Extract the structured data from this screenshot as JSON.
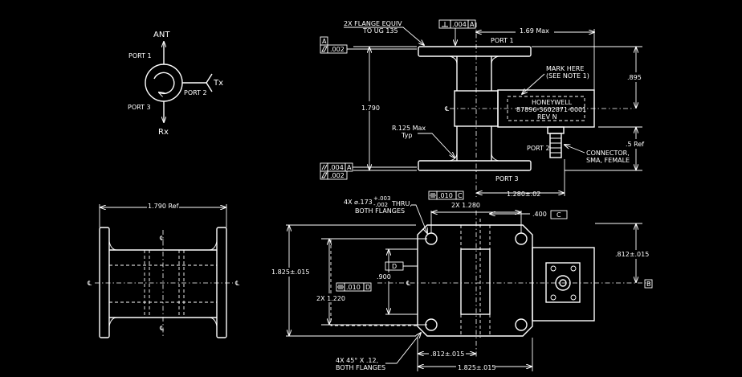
{
  "symbol": {
    "ant": "ANT",
    "port1": "PORT 1",
    "port2": "PORT 2",
    "port3": "PORT 3",
    "tx": "Tx",
    "rx": "Rx"
  },
  "top_view": {
    "flange_equiv": "2X FLANGE EQUIV",
    "flange_std": "TO UG 135",
    "perp_tol": ".004",
    "perp_datum": "A",
    "max_dim": "1.69 Max",
    "port1": "PORT 1",
    "datum_a": "A",
    "flat_tol": ".002",
    "mark_here": "MARK HERE",
    "see_note": "(SEE NOTE 1)",
    "dim_895": ".895",
    "brand": "HONEYWELL",
    "part_no": "87896-3602871-0001",
    "rev": "REV N",
    "cl": "℄",
    "height": "1.790",
    "radius": "R.125 Max",
    "typ": "Typ",
    "port2": "PORT 2",
    "dim_5ref": ".5 Ref",
    "connector": "CONNECTOR,",
    "connector_type": "SMA, FEMALE",
    "par_tol": ".004",
    "par_datum": "A",
    "flat_tol2": ".002",
    "port3": "PORT 3",
    "dim_1280": "1.280±.02"
  },
  "side_view": {
    "width_ref": "1.790 Ref",
    "cl": "℄"
  },
  "bottom_view": {
    "holes": "4X ⌀.173",
    "holes_tol_plus": "+.003",
    "holes_tol_minus": "-.002",
    "thru": "THRU,",
    "both_flanges": "BOTH FLANGES",
    "sym_tol": ".010",
    "sym_datum": "C",
    "spacing": "2X 1.280",
    "dim_400": ".400",
    "datum_c": "C",
    "dim_812_r": ".812±.015",
    "datum_d": "D",
    "height": "1.825±.015",
    "dim_900": ".900",
    "sym_tol2": ".010",
    "sym_datum2": "D",
    "spacing2": "2X 1.220",
    "cl": "℄",
    "datum_b": "B",
    "chamfer": "4X 45° X .12,",
    "chamfer_flanges": "BOTH FLANGES",
    "dim_812_b": ".812±.015",
    "width": "1.825±.015"
  }
}
